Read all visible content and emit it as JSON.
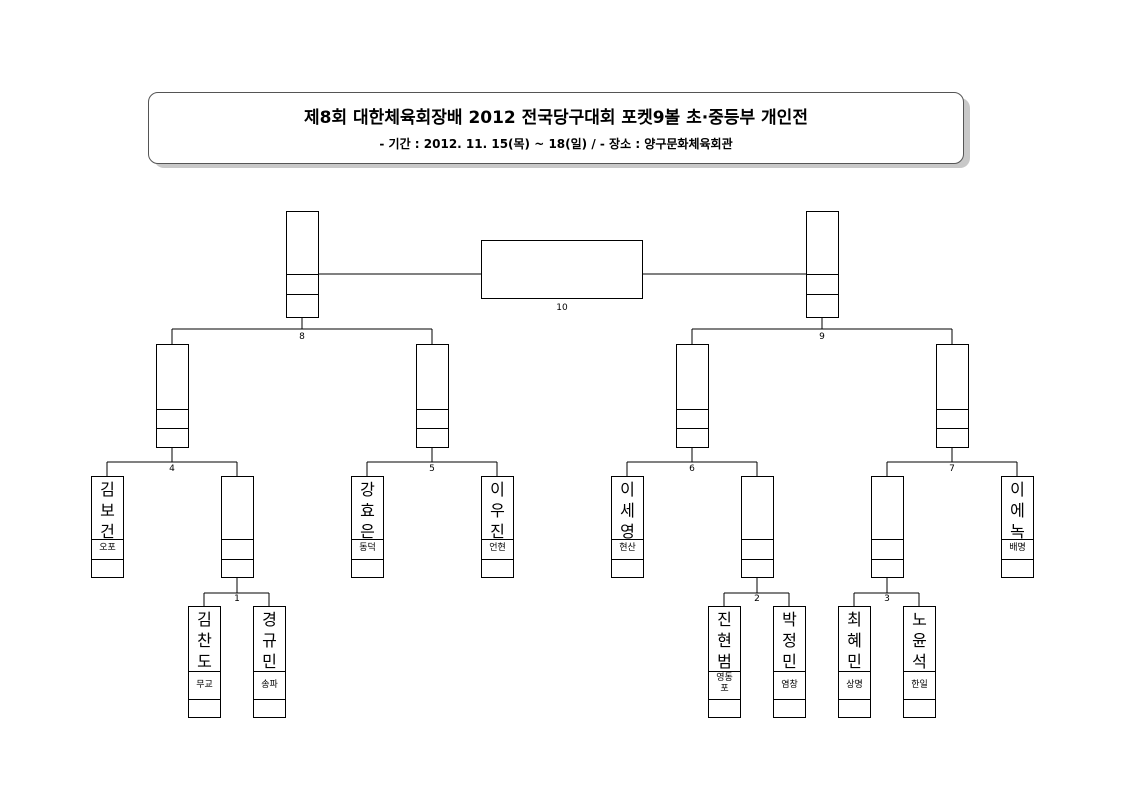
{
  "header": {
    "title": "제8회 대한체육회장배 2012 전국당구대회 포켓9볼 초·중등부 개인전",
    "subtitle": "- 기간 : 2012. 11. 15(목) ~ 18(일)   /   - 장소 : 양구문화체육회관"
  },
  "bracket": {
    "players": [
      {
        "name": "김보건",
        "affiliation": "오포"
      },
      {
        "name": "김찬도",
        "affiliation": "무교"
      },
      {
        "name": "경규민",
        "affiliation": "송파"
      },
      {
        "name": "강효은",
        "affiliation": "동덕"
      },
      {
        "name": "이우진",
        "affiliation": "언현"
      },
      {
        "name": "이세영",
        "affiliation": "현산"
      },
      {
        "name": "진현범",
        "affiliation": "영동포"
      },
      {
        "name": "박정민",
        "affiliation": "염창"
      },
      {
        "name": "최혜민",
        "affiliation": "상명"
      },
      {
        "name": "노윤석",
        "affiliation": "한일"
      },
      {
        "name": "이에녹",
        "affiliation": "배명"
      }
    ],
    "match_numbers": [
      "1",
      "2",
      "3",
      "4",
      "5",
      "6",
      "7",
      "8",
      "9",
      "10"
    ]
  }
}
